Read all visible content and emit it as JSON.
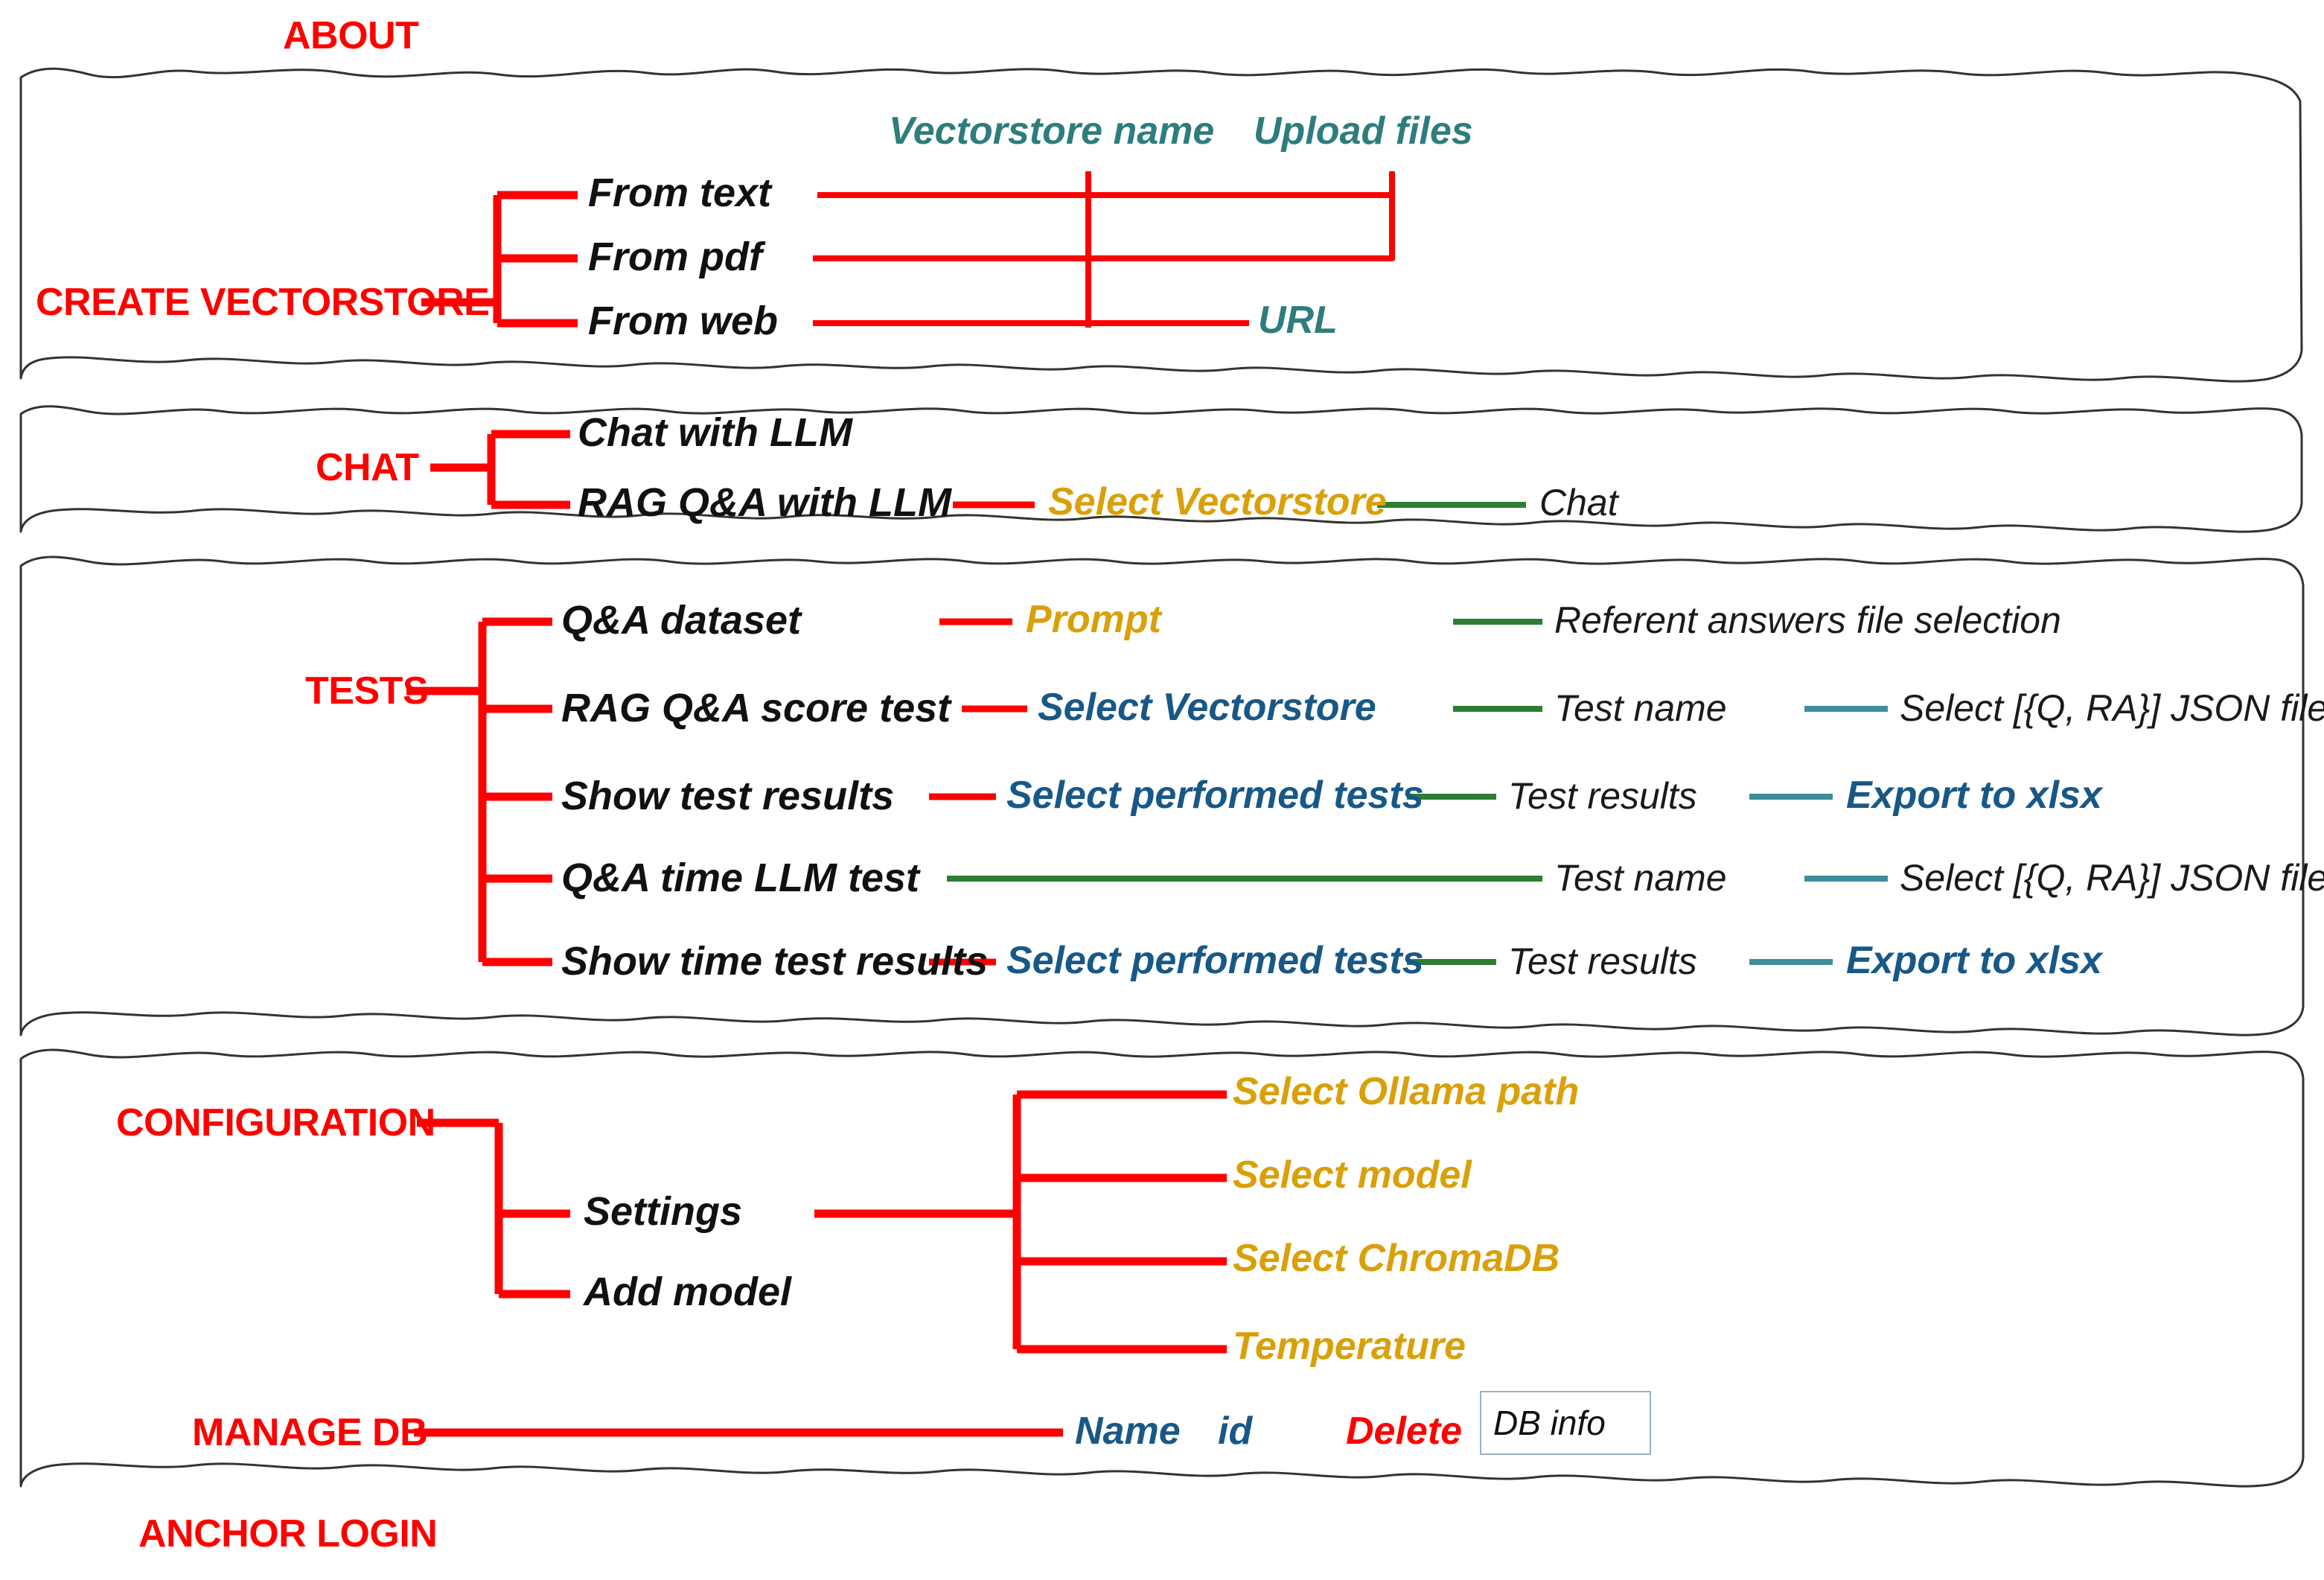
{
  "diagram": {
    "title_colors": {
      "section_red": "#FF0000",
      "node_black": "#111111",
      "teal": "#2E7D7D",
      "gold": "#D9A00A",
      "navy": "#185887",
      "green_line": "#2E7D32",
      "lightblue_line": "#3F8C9C",
      "panel_border": "#333333"
    },
    "top_label": "ABOUT",
    "bottom_label": "ANCHOR LOGIN",
    "panels": [
      {
        "id": "create-vectorstore",
        "section": "CREATE VECTORSTORE",
        "nodes": [
          "From text",
          "From pdf",
          "From web"
        ],
        "col2": [
          "Vectorstore name",
          "Upload files"
        ],
        "col3": [
          "URL"
        ]
      },
      {
        "id": "chat",
        "section": "CHAT",
        "nodes": [
          "Chat with LLM",
          "RAG Q&A with LLM"
        ],
        "branch": [
          "Select Vectorstore",
          "Chat"
        ]
      },
      {
        "id": "tests",
        "section": "TESTS",
        "rows": [
          {
            "node": "Q&A dataset",
            "c2": "Prompt",
            "c3": "Referent answers file selection",
            "c4": ""
          },
          {
            "node": "RAG Q&A score test",
            "c2": "Select Vectorstore",
            "c3": "Test name",
            "c4": "Select [{Q, RA}] JSON file"
          },
          {
            "node": "Show test results",
            "c2": "Select performed tests",
            "c3": "Test results",
            "c4": "Export to xlsx"
          },
          {
            "node": "Q&A time LLM test",
            "c2": "",
            "c3": "Test name",
            "c4": "Select [{Q, RA}] JSON file"
          },
          {
            "node": "Show time test results",
            "c2": "Select performed tests",
            "c3": "Test results",
            "c4": "Export to xlsx"
          }
        ]
      },
      {
        "id": "configuration",
        "section": "CONFIGURATION",
        "nodes": [
          "Settings",
          "Add model"
        ],
        "settings_options": [
          "Select Ollama path",
          "Select model",
          "Select ChromaDB",
          "Temperature"
        ],
        "manage_db": {
          "section": "MANAGE DB",
          "name": "Name",
          "id": "id",
          "delete": "Delete",
          "info_box": "DB info"
        }
      }
    ]
  }
}
